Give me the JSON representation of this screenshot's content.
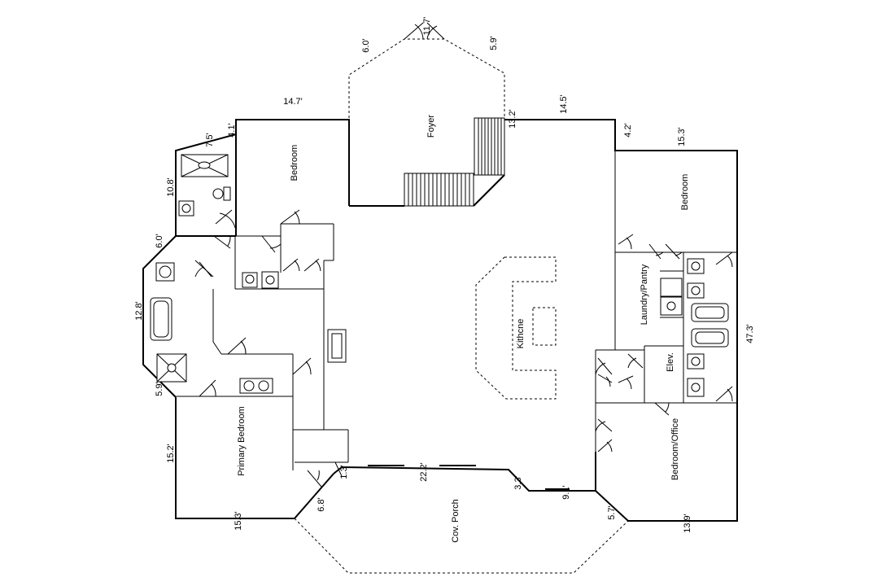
{
  "rooms": {
    "foyer": "Foyer",
    "bedroom_top": "Bedroom",
    "bedroom_right": "Bedroom",
    "kitchen": "Kithcne",
    "laundry": "Laundry/Pantry",
    "elevator": "Elev.",
    "office": "Bedroom/Office",
    "primary": "Primary Bedroom",
    "porch": "Cov. Porch"
  },
  "dimensions": {
    "foyer_top": "11.7'",
    "foyer_left_diag": "6.0'",
    "foyer_right_diag": "5.9'",
    "bedroom_top_width": "14.7'",
    "wall_4_1": "4.1'",
    "bath_top": "7.5'",
    "bath_side": "10.8'",
    "bath_diag": "6.0'",
    "primary_bath_side": "12.8'",
    "bath_bottom_diag": "5.9'",
    "primary_side": "15.2'",
    "primary_bottom": "15.3'",
    "porch_left_diag": "6.8'",
    "small_1_3": "1.3'",
    "porch_width": "22.2'",
    "porch_step": "3.3'",
    "kitchen_bottom": "9.1'",
    "porch_right_diag": "5.7'",
    "office_bottom": "13.9'",
    "right_side": "47.3'",
    "bedroom_right_width": "15.3'",
    "wall_4_2": "4.2'",
    "kitchen_top": "14.5'",
    "foyer_stair": "13.2'"
  }
}
